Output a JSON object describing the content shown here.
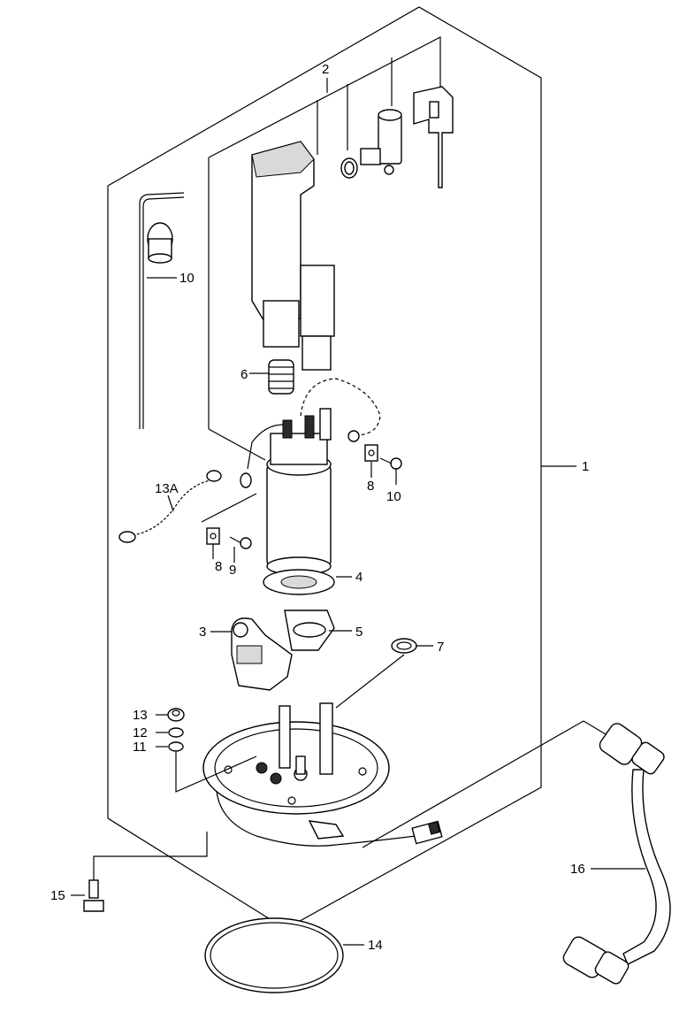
{
  "labels": {
    "p1": "1",
    "p2": "2",
    "p3": "3",
    "p4": "4",
    "p5": "5",
    "p6": "6",
    "p7": "7",
    "p8a": "8",
    "p8b": "8",
    "p9": "9",
    "p10a": "10",
    "p10b": "10",
    "p11": "11",
    "p12": "12",
    "p13": "13",
    "p13a": "13A",
    "p14": "14",
    "p15": "15",
    "p16": "16"
  }
}
